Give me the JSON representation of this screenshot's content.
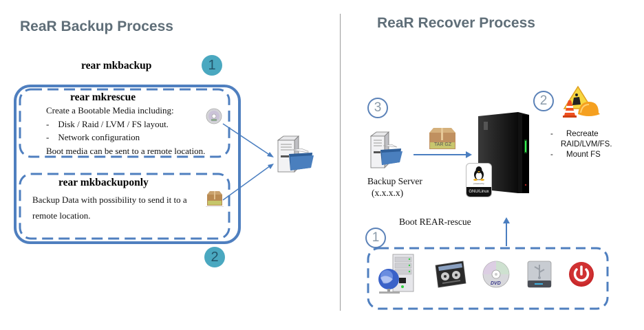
{
  "backup_section": {
    "title": "ReaR Backup Process",
    "command": "rear mkbackup",
    "step_badge_1": "1",
    "step_badge_2": "2",
    "mkrescue": {
      "title": "rear mkrescue",
      "lines": [
        "Create a Bootable Media including:",
        "-    Disk / Raid / LVM / FS layout.",
        "-    Network configuration",
        "Boot media can be sent to a remote location."
      ],
      "icon": "dvd-disc-icon"
    },
    "mkbackuponly": {
      "title": "rear mkbackuponly",
      "lines": [
        "Backup Data with possibility to send it to a",
        "remote location."
      ],
      "icon": "tar-gz-box-icon"
    },
    "target_icon": "file-server-folder-icon"
  },
  "recover_section": {
    "title": "ReaR Recover Process",
    "step_badge_1": "1",
    "step_badge_2": "2",
    "step_badge_3": "3",
    "backup_server": {
      "label": "Backup Server",
      "address": "(x.x.x.x)"
    },
    "archive_label": "TAR GZ",
    "linux_badge": {
      "powered_by": "powered by",
      "name": "GNU/Linux"
    },
    "recover_steps": [
      "-      Recreate",
      "RAID/LVM/FS.",
      "-      Mount FS"
    ],
    "boot_label": "Boot REAR-rescue",
    "boot_media": [
      {
        "name": "network-pxe-server-icon"
      },
      {
        "name": "tape-cassette-icon"
      },
      {
        "name": "dvd-disc-icon"
      },
      {
        "name": "usb-drive-icon"
      },
      {
        "name": "power-button-icon"
      }
    ]
  },
  "colors": {
    "title_gray": "#5f6e78",
    "frame_blue": "#4f7fbf",
    "badge_teal": "#4aa8c0",
    "badge_outline": "#5b82b8",
    "arrow_blue": "#4a7ec0"
  }
}
